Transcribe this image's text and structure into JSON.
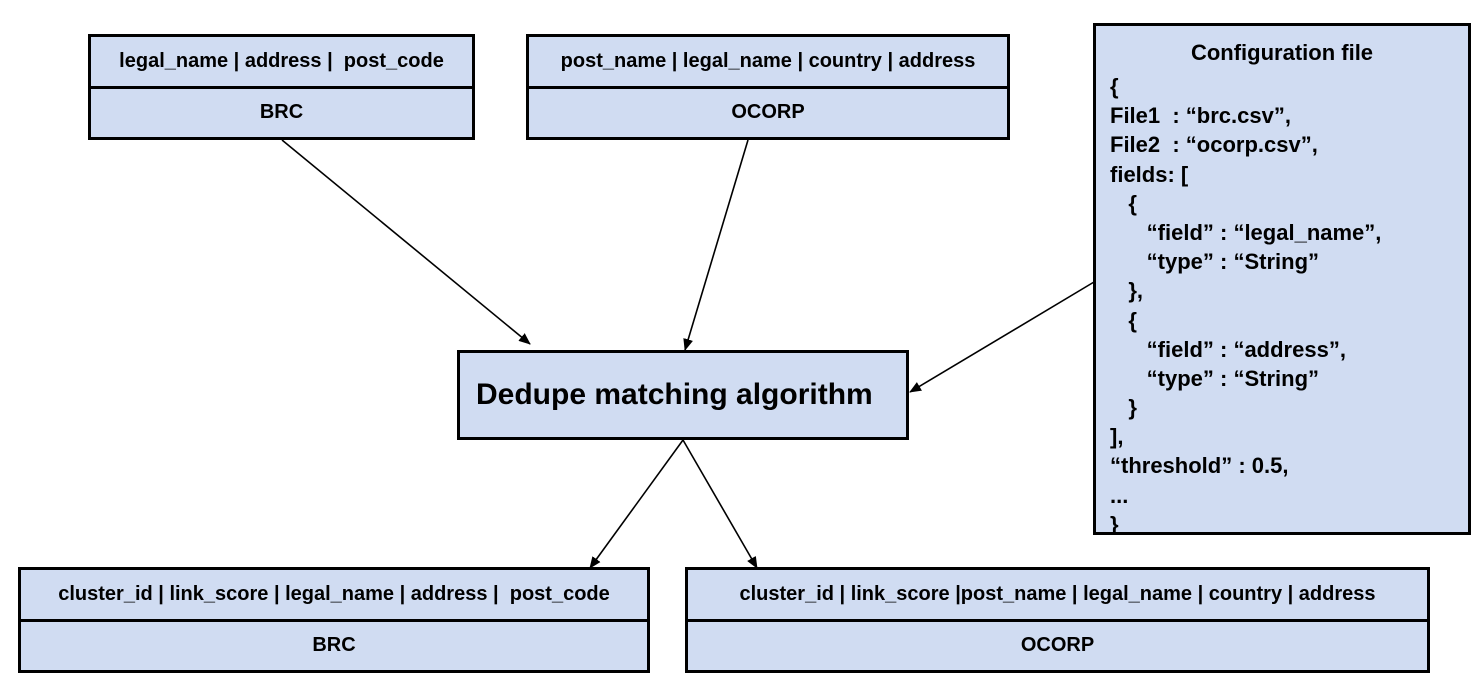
{
  "sources": {
    "brc": {
      "fields": "legal_name | address |  post_code",
      "name": "BRC"
    },
    "ocorp": {
      "fields": "post_name | legal_name | country | address",
      "name": "OCORP"
    }
  },
  "algorithm": {
    "label": "Dedupe matching algorithm"
  },
  "config": {
    "title": "Configuration file",
    "lines": [
      "{",
      "File1  : “brc.csv”,",
      "File2  : “ocorp.csv”,",
      "fields: [",
      "   {",
      "      “field” : “legal_name”,",
      "      “type” : “String”",
      "   },",
      "   {",
      "      “field” : “address”,",
      "      “type” : “String”",
      "   }",
      "],",
      "“threshold” : 0.5,",
      "...",
      "}"
    ]
  },
  "outputs": {
    "brc": {
      "fields": "cluster_id | link_score | legal_name | address |  post_code",
      "name": "BRC"
    },
    "ocorp": {
      "fields": "cluster_id | link_score |post_name | legal_name | country | address",
      "name": "OCORP"
    }
  },
  "colors": {
    "box_fill": "#d0dcf2",
    "border": "#000000"
  }
}
